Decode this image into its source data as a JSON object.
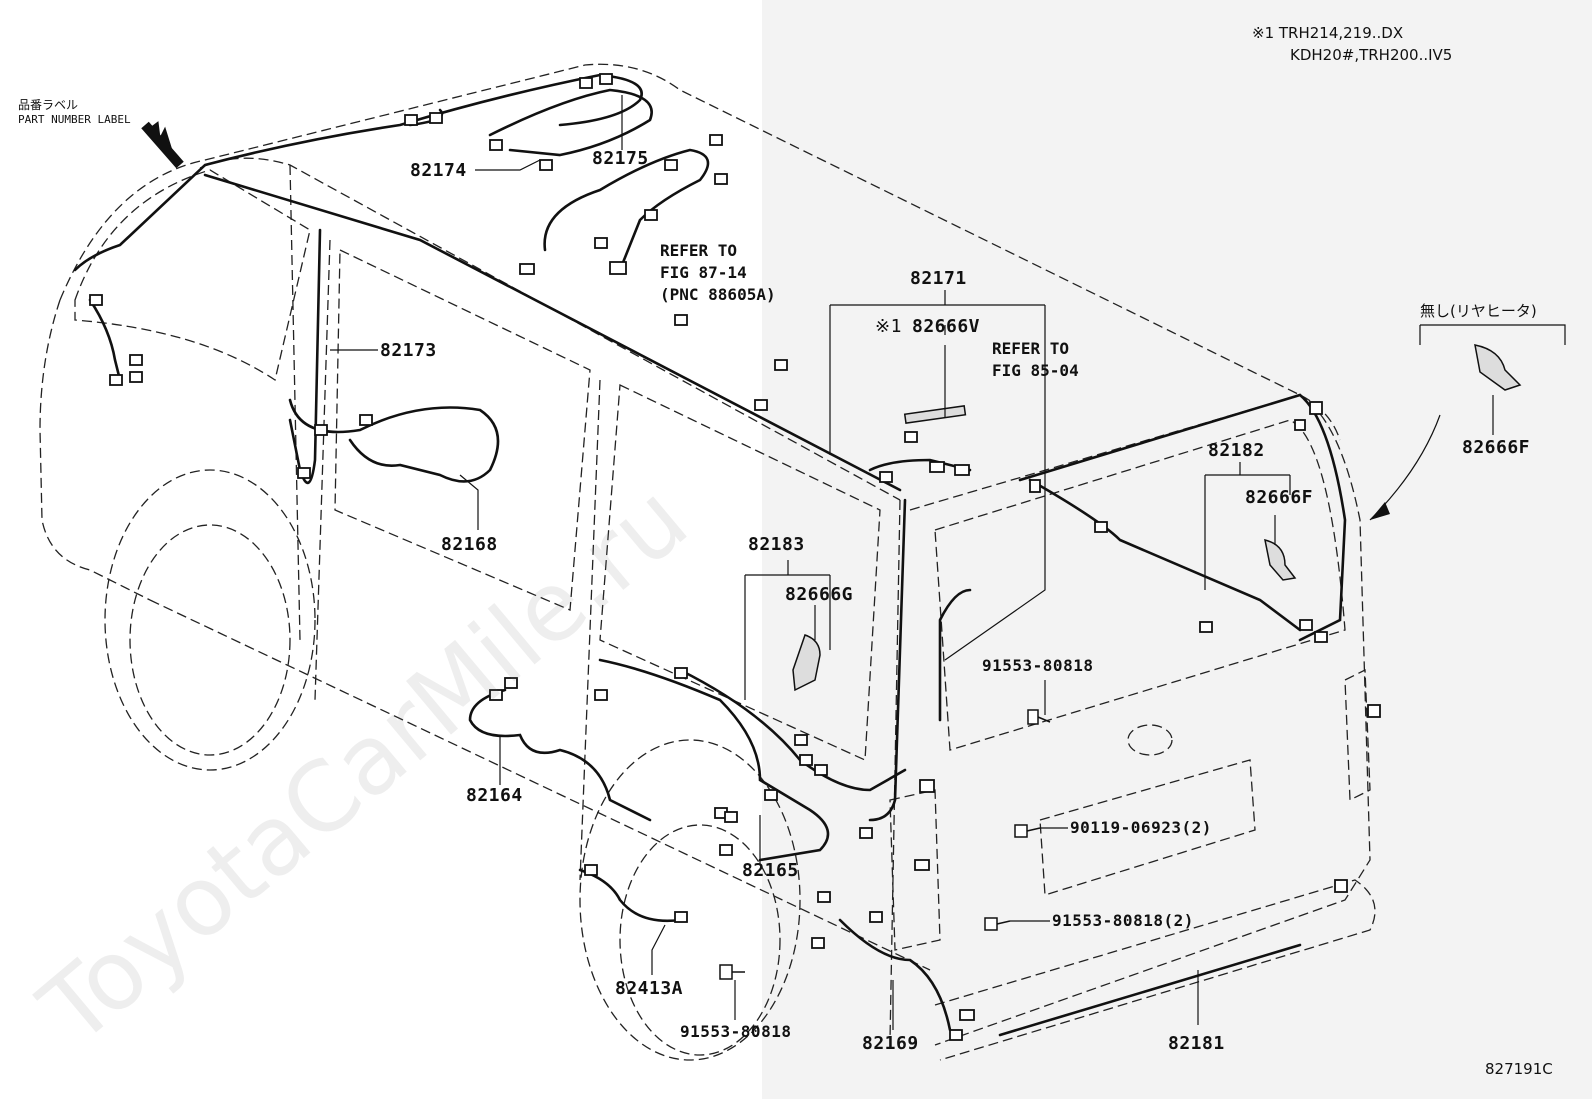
{
  "variant_note": {
    "line1": "※1 TRH214,219..DX",
    "line2": "KDH20#,TRH200..IV5"
  },
  "part_number_label": {
    "jp": "品番ラベル",
    "en": "PART NUMBER LABEL"
  },
  "parts": {
    "p82174": "82174",
    "p82175": "82175",
    "p82173": "82173",
    "p82168": "82168",
    "p82171": "82171",
    "p82666V_prefix": "※1",
    "p82666V": "82666V",
    "p82183": "82183",
    "p82666G": "82666G",
    "p82164": "82164",
    "p82165": "82165",
    "p82413A": "82413A",
    "p91553_a": "91553-80818",
    "p82169": "82169",
    "p82181": "82181",
    "p91553_b": "91553-80818",
    "p90119": "90119-06923(2)",
    "p91553_c": "91553-80818(2)",
    "p82182": "82182",
    "p82666F": "82666F",
    "p82666F_b": "82666F"
  },
  "refer_87": {
    "line1": "REFER TO",
    "line2": "FIG 87-14",
    "line3": "(PNC 88605A)"
  },
  "refer_85": {
    "line1": "REFER TO",
    "line2": "FIG 85-04"
  },
  "without_rear_heater": "無し(リヤヒータ)",
  "figure_code": "827191C",
  "watermark": "ToyotaCarMile.ru"
}
